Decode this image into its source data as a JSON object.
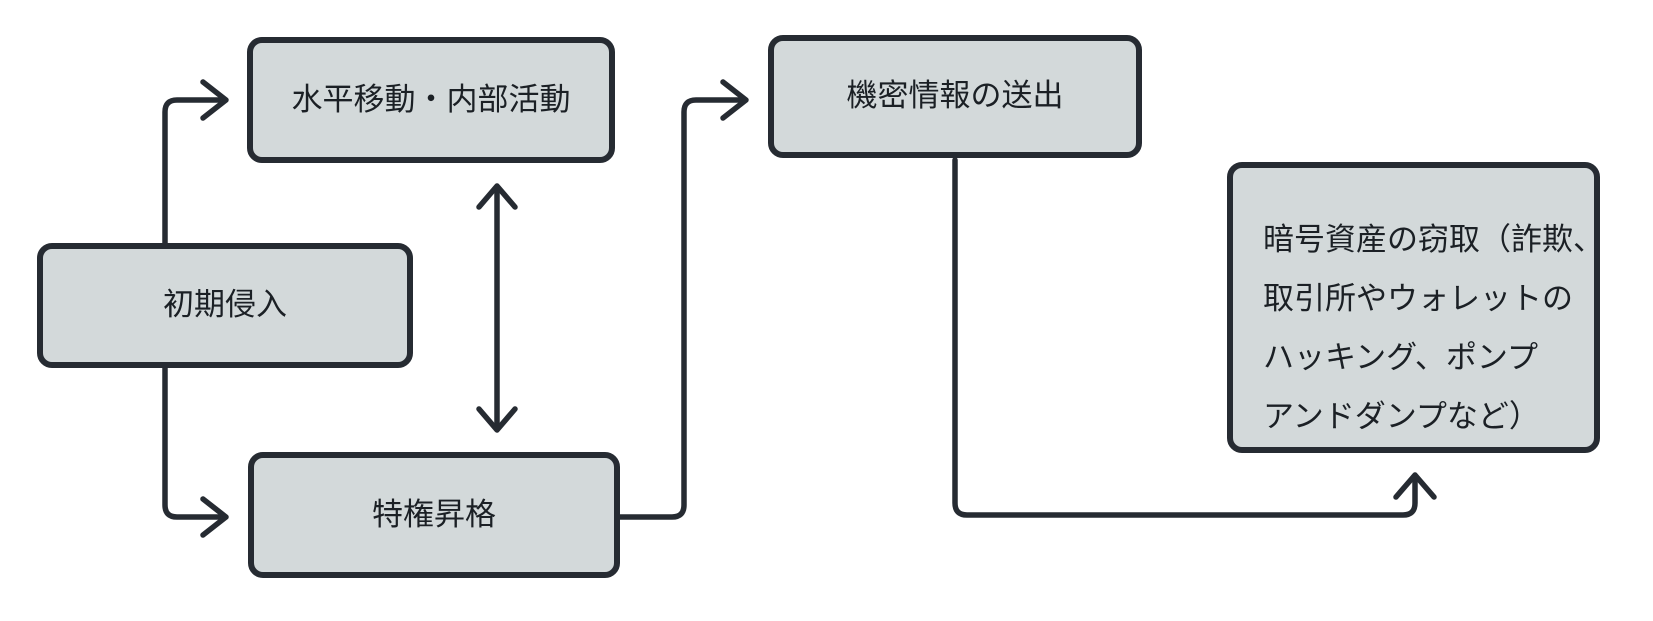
{
  "diagram": {
    "background_color": "#ffffff",
    "node_fill_color": "#d3d9da",
    "node_border_color": "#262b32",
    "connector_color": "#262b32",
    "text_color": "#1b2025",
    "nodes": [
      {
        "id": "lateral-movement",
        "label": "水平移動・内部活動"
      },
      {
        "id": "initial-intrusion",
        "label": "初期侵入"
      },
      {
        "id": "privilege-escalation",
        "label": "特権昇格"
      },
      {
        "id": "data-exfiltration",
        "label": "機密情報の送出"
      },
      {
        "id": "crypto-theft",
        "lines": [
          "暗号資産の窃取（詐欺、",
          "取引所やウォレットの",
          "ハッキング、ポンプ",
          "アンドダンプなど）"
        ]
      }
    ],
    "edges": [
      {
        "from": "initial-intrusion",
        "to": "lateral-movement",
        "style": "elbow-arrow"
      },
      {
        "from": "initial-intrusion",
        "to": "privilege-escalation",
        "style": "elbow-arrow"
      },
      {
        "from": "lateral-movement",
        "to": "privilege-escalation",
        "style": "double-headed-arrow"
      },
      {
        "from": "privilege-escalation",
        "to": "data-exfiltration",
        "style": "elbow-arrow"
      },
      {
        "from": "data-exfiltration",
        "to": "crypto-theft",
        "style": "elbow-arrow"
      }
    ]
  }
}
